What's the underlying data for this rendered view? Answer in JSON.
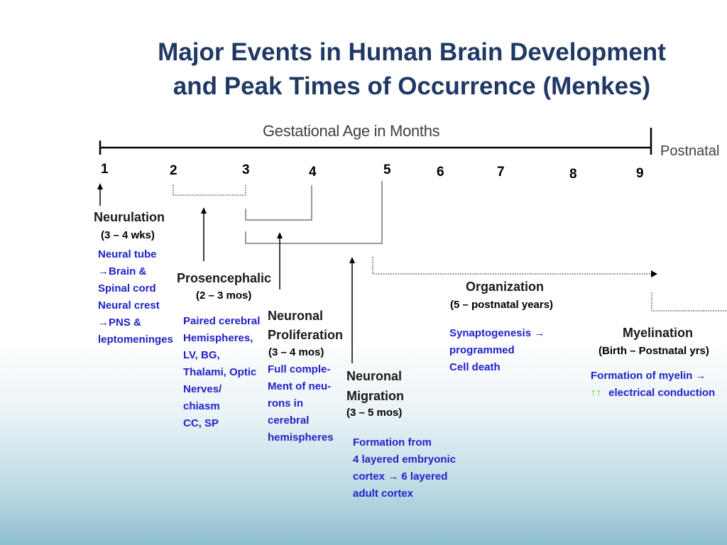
{
  "title_line1": "Major Events in Human Brain Development",
  "title_line2": "and Peak Times of Occurrence (Menkes)",
  "axis": {
    "label": "Gestational Age in Months",
    "postnatal": "Postnatal",
    "ticks": [
      "1",
      "2",
      "3",
      "4",
      "5",
      "6",
      "7",
      "8",
      "9"
    ]
  },
  "events": {
    "neurulation": {
      "name": "Neurulation",
      "time": "(3 – 4 wks)",
      "desc": [
        "Neural tube",
        "→Brain &",
        "Spinal cord",
        "Neural crest",
        "→PNS &",
        "leptomeninges"
      ]
    },
    "prosencephalic": {
      "name": "Prosencephalic",
      "time": "(2 – 3 mos)",
      "desc": [
        "Paired cerebral",
        "Hemispheres,",
        "LV, BG,",
        "Thalami, Optic",
        "Nerves/",
        "chiasm",
        "CC, SP"
      ]
    },
    "proliferation": {
      "name": [
        "Neuronal",
        "Proliferation"
      ],
      "time": "(3 – 4 mos)",
      "desc": [
        "Full comple-",
        "Ment of neu-",
        "rons in",
        "cerebral",
        "hemispheres"
      ]
    },
    "migration": {
      "name": [
        "Neuronal",
        "Migration"
      ],
      "time": "(3 – 5 mos)",
      "desc": [
        "Formation from",
        "4 layered embryonic",
        "cortex → 6 layered",
        "adult cortex"
      ]
    },
    "organization": {
      "name": "Organization",
      "time": "(5 – postnatal years)",
      "desc": [
        "Synaptogenesis →",
        "programmed",
        "Cell death"
      ]
    },
    "myelination": {
      "name": "Myelination",
      "time": "(Birth – Postnatal yrs)",
      "desc1": "Formation of myelin →",
      "arrows": "↑↑",
      "desc2": "electrical conduction"
    }
  }
}
